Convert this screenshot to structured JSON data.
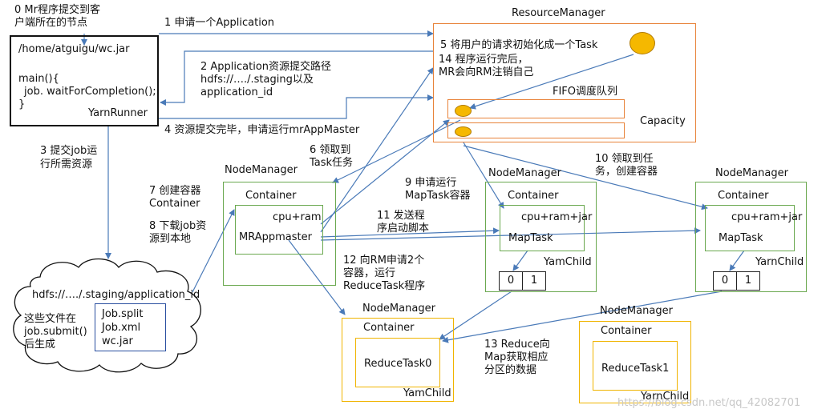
{
  "client": {
    "title": "0 Mr程序提交到客\n户端所在的节点",
    "line_path": "/home/atguigu/wc.jar",
    "line_main": "main(){",
    "line_job": "job. waitForCompletion();",
    "line_close": "}",
    "runner": "YarnRunner"
  },
  "resource_manager": {
    "title": "ResourceManager",
    "step5": "5 将用户的请求初始化成一个Task",
    "step14": "14 程序运行完后，\nMR会向RM注销自己",
    "fifo": "FIFO调度队列",
    "capacity": "Capacity"
  },
  "steps": {
    "s1": "1 申请一个Application",
    "s2": "2 Application资源提交路径\nhdfs://…./.staging以及\napplication_id",
    "s3": "3 提交job运\n行所需资源",
    "s4": "4 资源提交完毕，申请运行mrAppMaster",
    "s6": "6 领取到\nTask任务",
    "s7": "7 创建容器\nContainer",
    "s8": "8 下载job资\n源到本地",
    "s9": "9 申请运行\nMapTask容器",
    "s10": "10 领取到任\n务，创建容器",
    "s11": "11 发送程\n序启动脚本",
    "s12": "12 向RM申请2个\n容器，运行\nReduceTask程序",
    "s13": "13 Reduce向\nMap获取相应\n分区的数据"
  },
  "hdfs": {
    "path": "hdfs://…./.staging/application_id",
    "note": "这些文件在\njob.submit()\n后生成",
    "files": "Job.split\nJob.xml\nwc.jar"
  },
  "nm_master": {
    "title": "NodeManager",
    "container": "Container",
    "res": "cpu+ram",
    "app": "MRAppmaster"
  },
  "nm_map1": {
    "title": "NodeManager",
    "container": "Container",
    "res": "cpu+ram+jar",
    "task": "MapTask",
    "child": "YamChild",
    "p0": "0",
    "p1": "1"
  },
  "nm_map2": {
    "title": "NodeManager",
    "container": "Container",
    "res": "cpu+ram+jar",
    "task": "MapTask",
    "child": "YarnChild",
    "p0": "0",
    "p1": "1"
  },
  "nm_reduce0": {
    "title": "NodeManager",
    "container": "Container",
    "task": "ReduceTask0",
    "child": "YamChild"
  },
  "nm_reduce1": {
    "title": "NodeManager",
    "container": "Container",
    "task": "ReduceTask1",
    "child": "YarnChild"
  },
  "watermark": "https://blog.csdn.net/qq_42082701",
  "colors": {
    "arrow": "#4a7ab8",
    "orange": "#e8833a",
    "green": "#6aa84f",
    "yellow": "#f0b400",
    "dot": "#f5b800"
  }
}
